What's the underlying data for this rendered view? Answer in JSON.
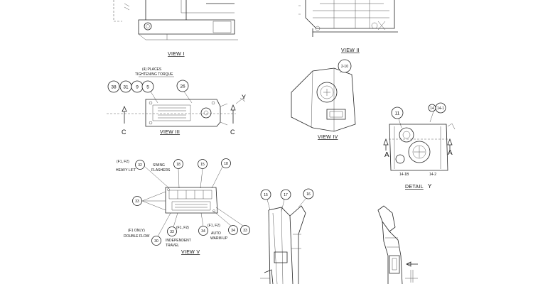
{
  "views": {
    "view1": "VIEW I",
    "view2": "VIEW II",
    "view3": "VIEW III",
    "view4": "VIEW IV",
    "view5": "VIEW V",
    "detail": "DETAIL"
  },
  "detail_symbol": "Y",
  "section_letters": {
    "c_left": "C",
    "c_right": "C",
    "a_left": "A",
    "a_right": "A"
  },
  "torque_note": [
    "(4) PLACES",
    "TIGHTENING TORQUE"
  ],
  "view3_balloons": [
    "38",
    "31",
    "9",
    "5",
    "26"
  ],
  "view4_balloons": [
    "2-10"
  ],
  "detail_balloons": [
    "11",
    "14",
    "14-1",
    "14-1B",
    "14-2"
  ],
  "view5_balloons": [
    "32",
    "18",
    "15",
    "18",
    "33",
    "30",
    "33",
    "34",
    "34",
    "33"
  ],
  "view5_labels": {
    "f12_top": "(F1, F2)",
    "heavy_lift": "HEAVY LIFT",
    "swing": "SWING",
    "flashers": "FLASHERS",
    "f1_only": "(F1 ONLY)",
    "double_flow": "DOUBLE FLOW",
    "f12_mid": "(F1, F2)",
    "independent": "INDEPENDENT",
    "travel": "TRAVEL",
    "f12_right": "(F1, F2)",
    "auto": "AUTO",
    "warmup": "WARM-UP"
  },
  "lower_balloons": [
    "15",
    "17",
    "16"
  ]
}
